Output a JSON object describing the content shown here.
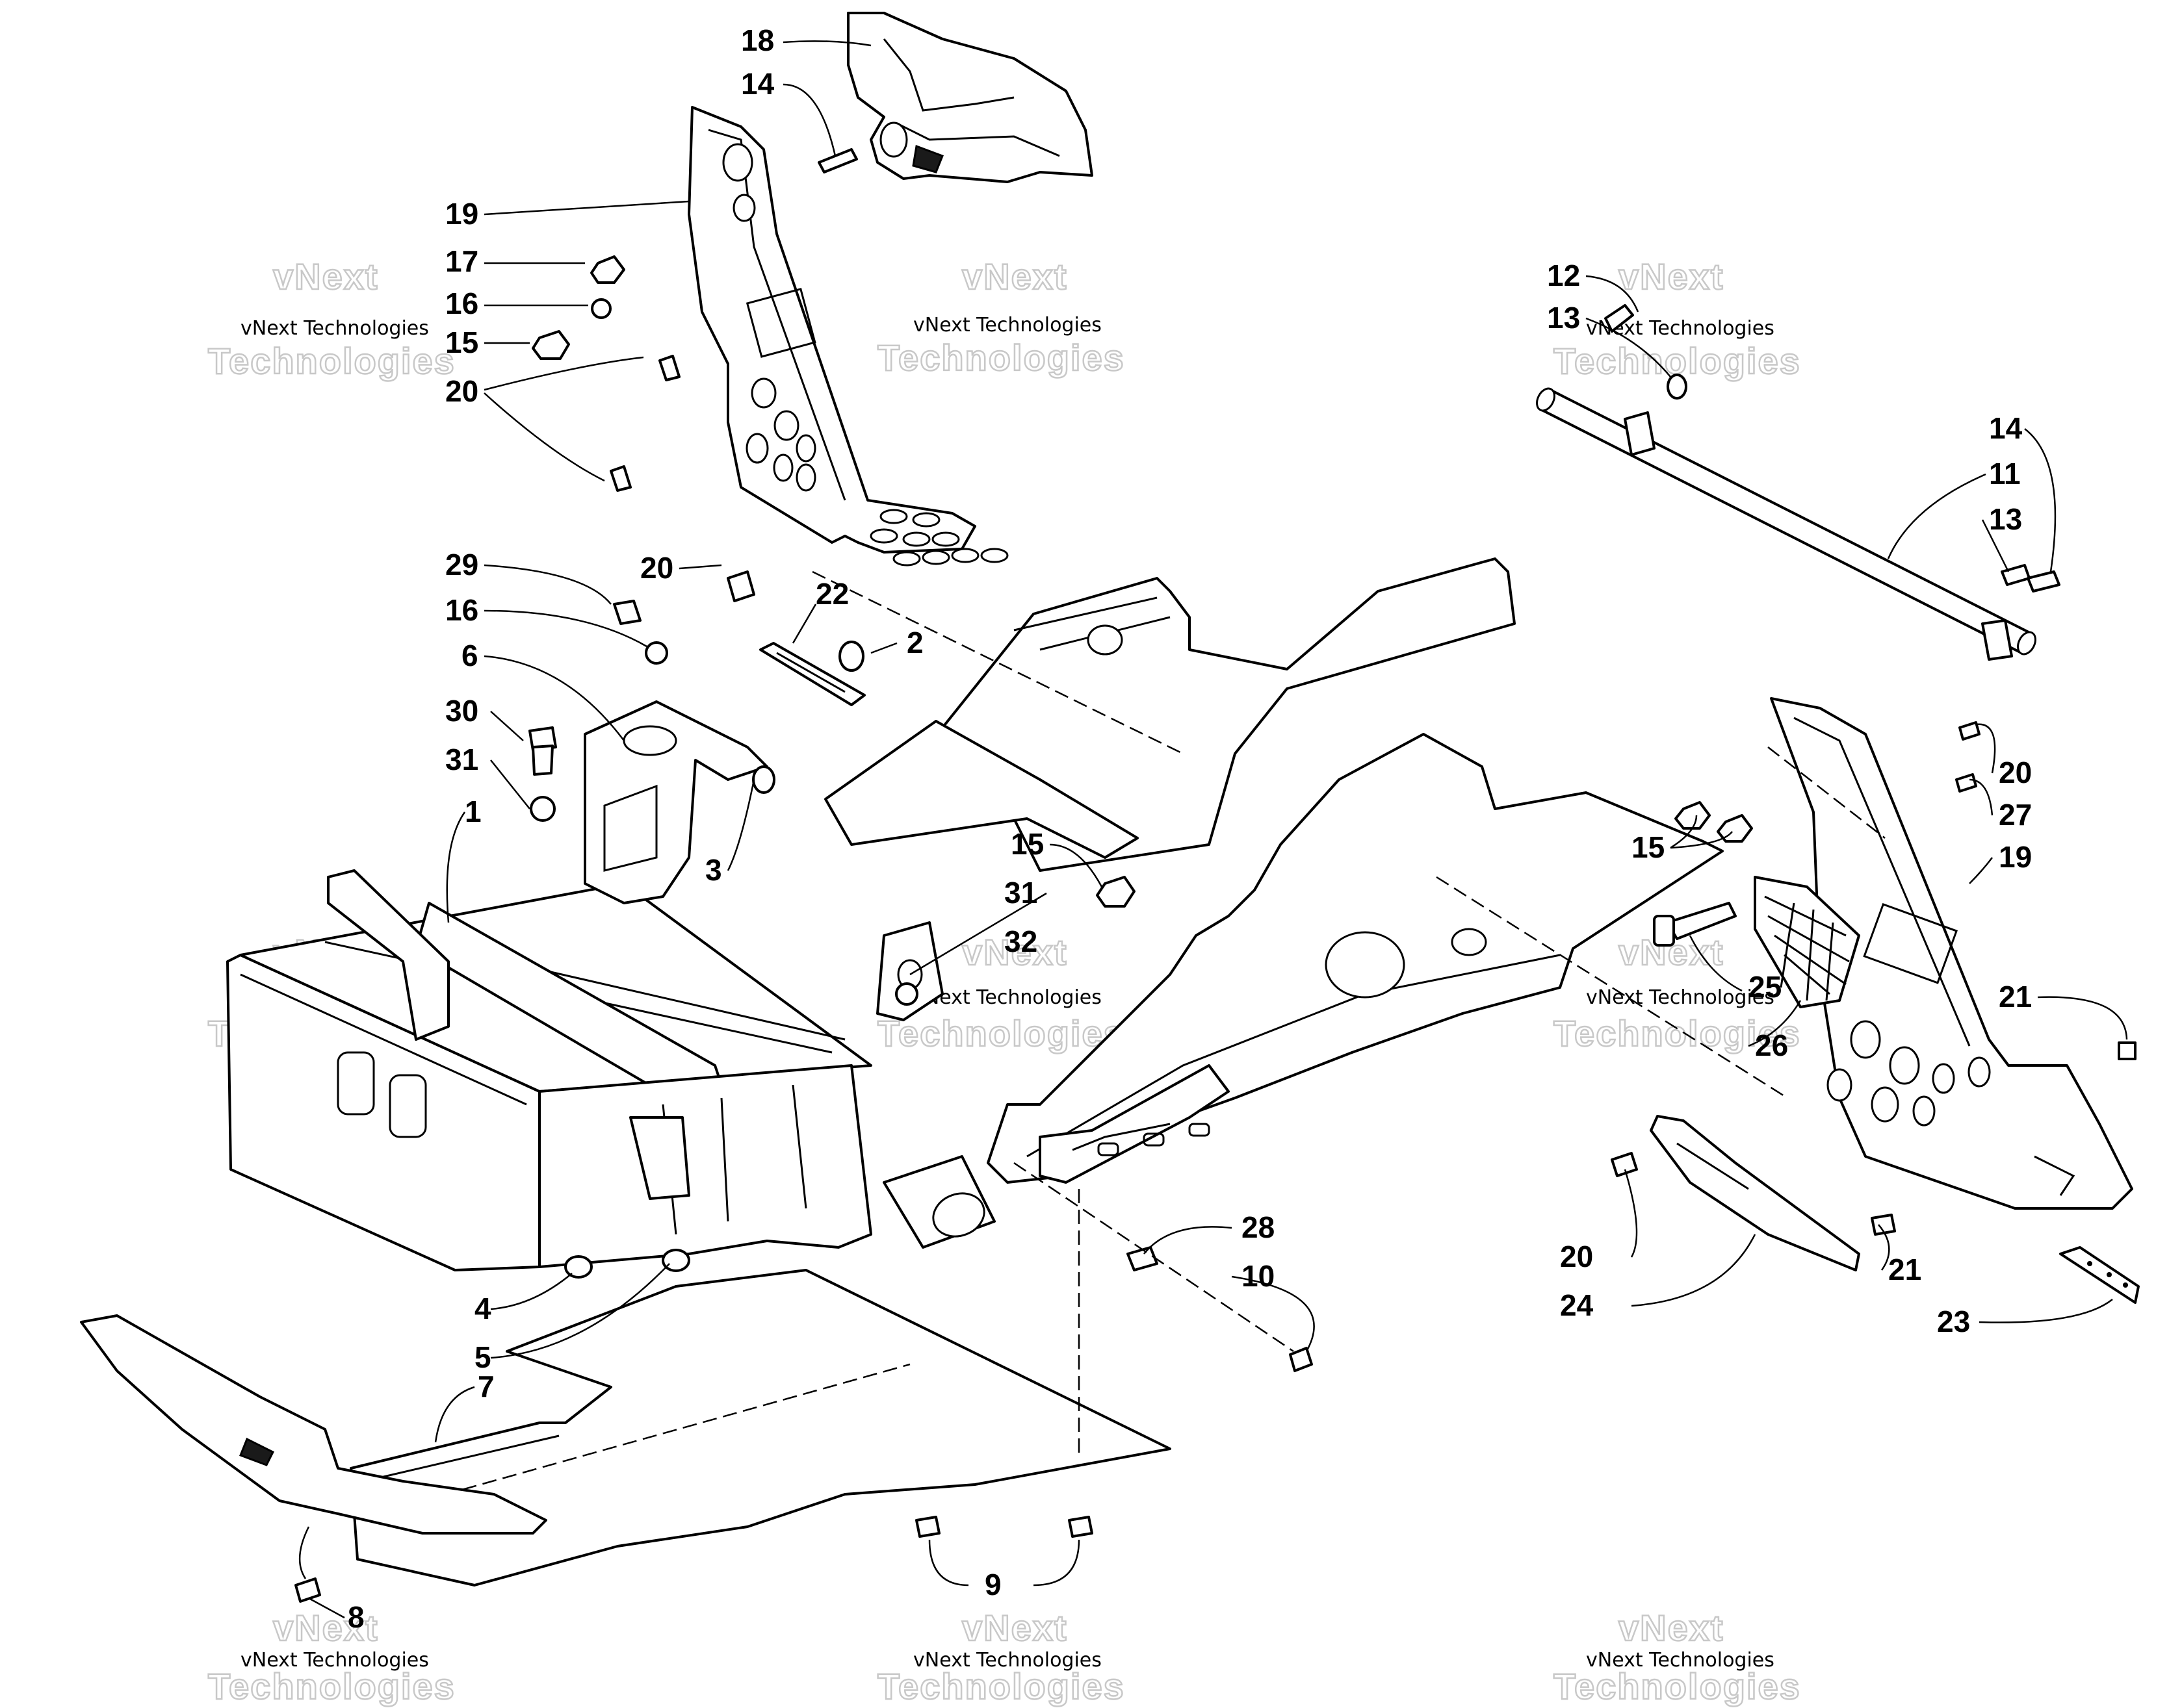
{
  "callouts": [
    {
      "id": "c18a",
      "label": "18"
    },
    {
      "id": "c14a",
      "label": "14"
    },
    {
      "id": "c19a",
      "label": "19"
    },
    {
      "id": "c17",
      "label": "17"
    },
    {
      "id": "c16a",
      "label": "16"
    },
    {
      "id": "c15a",
      "label": "15"
    },
    {
      "id": "c20a",
      "label": "20"
    },
    {
      "id": "c29",
      "label": "29"
    },
    {
      "id": "c16b",
      "label": "16"
    },
    {
      "id": "c20b",
      "label": "20"
    },
    {
      "id": "c22",
      "label": "22"
    },
    {
      "id": "c2",
      "label": "2"
    },
    {
      "id": "c6",
      "label": "6"
    },
    {
      "id": "c30",
      "label": "30"
    },
    {
      "id": "c31a",
      "label": "31"
    },
    {
      "id": "c1",
      "label": "1"
    },
    {
      "id": "c3",
      "label": "3"
    },
    {
      "id": "c15b",
      "label": "15"
    },
    {
      "id": "c31b",
      "label": "31"
    },
    {
      "id": "c32",
      "label": "32"
    },
    {
      "id": "c12",
      "label": "12"
    },
    {
      "id": "c13a",
      "label": "13"
    },
    {
      "id": "c14b",
      "label": "14"
    },
    {
      "id": "c11",
      "label": "11"
    },
    {
      "id": "c13b",
      "label": "13"
    },
    {
      "id": "c15c",
      "label": "15"
    },
    {
      "id": "c20c",
      "label": "20"
    },
    {
      "id": "c27",
      "label": "27"
    },
    {
      "id": "c19b",
      "label": "19"
    },
    {
      "id": "c25",
      "label": "25"
    },
    {
      "id": "c26",
      "label": "26"
    },
    {
      "id": "c21a",
      "label": "21"
    },
    {
      "id": "c4",
      "label": "4"
    },
    {
      "id": "c5",
      "label": "5"
    },
    {
      "id": "c28",
      "label": "28"
    },
    {
      "id": "c10",
      "label": "10"
    },
    {
      "id": "c20d",
      "label": "20"
    },
    {
      "id": "c21b",
      "label": "21"
    },
    {
      "id": "c24",
      "label": "24"
    },
    {
      "id": "c23",
      "label": "23"
    },
    {
      "id": "c7",
      "label": "7"
    },
    {
      "id": "c9",
      "label": "9"
    },
    {
      "id": "c8",
      "label": "8"
    }
  ],
  "watermark": {
    "company_line": "vNext Technologies",
    "brand_top": "vNext",
    "brand_bottom": "Technologies"
  }
}
